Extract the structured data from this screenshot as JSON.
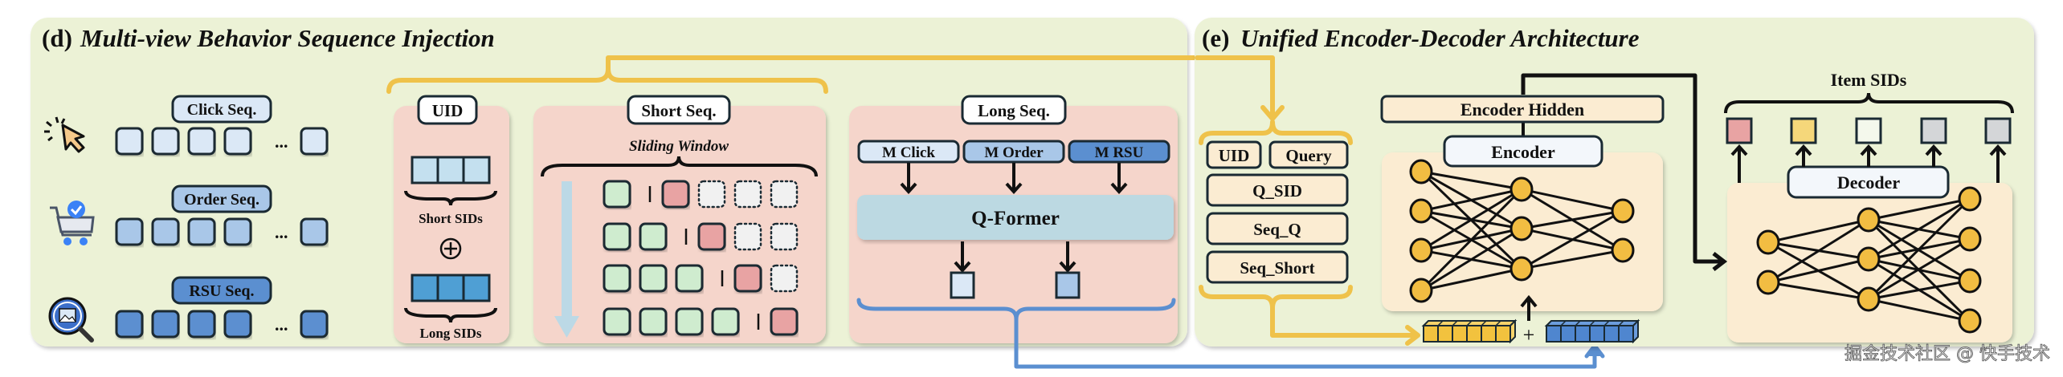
{
  "panel_d": {
    "letter": "(d)",
    "title": "Multi-view Behavior Sequence Injection",
    "sequences": [
      {
        "label": "Click Seq.",
        "icon": "cursor-click-icon",
        "color": "#dbe8f6"
      },
      {
        "label": "Order Seq.",
        "icon": "shopping-cart-check-icon",
        "color": "#a9c7e8"
      },
      {
        "label": "RSU Seq.",
        "icon": "image-search-icon",
        "color": "#5b8fd0"
      }
    ],
    "ellipsis": "...",
    "uid_box": {
      "title": "UID",
      "short_sids_label": "Short SIDs",
      "long_sids_label": "Long SIDs",
      "combine_symbol": "⊕"
    },
    "short_seq_box": {
      "title": "Short Seq.",
      "window_label": "Sliding Window",
      "rows": [
        {
          "history": 1,
          "target": 1,
          "future": 3
        },
        {
          "history": 2,
          "target": 1,
          "future": 2
        },
        {
          "history": 3,
          "target": 1,
          "future": 1
        },
        {
          "history": 4,
          "target": 1,
          "future": 0
        }
      ]
    },
    "long_seq_box": {
      "title": "Long Seq.",
      "inputs": [
        "M Click",
        "M Order",
        "M RSU"
      ],
      "module": "Q-Former"
    }
  },
  "panel_e": {
    "letter": "(e)",
    "title": "Unified Encoder-Decoder Architecture",
    "inputs": {
      "row1": [
        "UID",
        "Query"
      ],
      "rows": [
        "Q_SID",
        "Seq_Q",
        "Seq_Short"
      ]
    },
    "encoder_hidden": "Encoder Hidden",
    "encoder": "Encoder",
    "decoder": "Decoder",
    "item_sids_label": "Item SIDs",
    "item_sid_colors": [
      "#e8a3a3",
      "#f5d77a",
      "#f4f8ec",
      "#d4d6d8",
      "#d4d6d8"
    ],
    "plus_symbol": "+"
  },
  "colors": {
    "panel_bg": "#ecf2d6",
    "pink_bg": "#f5d5cb",
    "cream_bg": "#fbecd2",
    "yellow": "#efc24a",
    "blue_line": "#5b8fd0",
    "qformer": "#bcd9e2",
    "green_box": "#cfeccf",
    "red_box": "#e8a3a3"
  },
  "watermark": "掘金技术社区 @ 快手技术"
}
